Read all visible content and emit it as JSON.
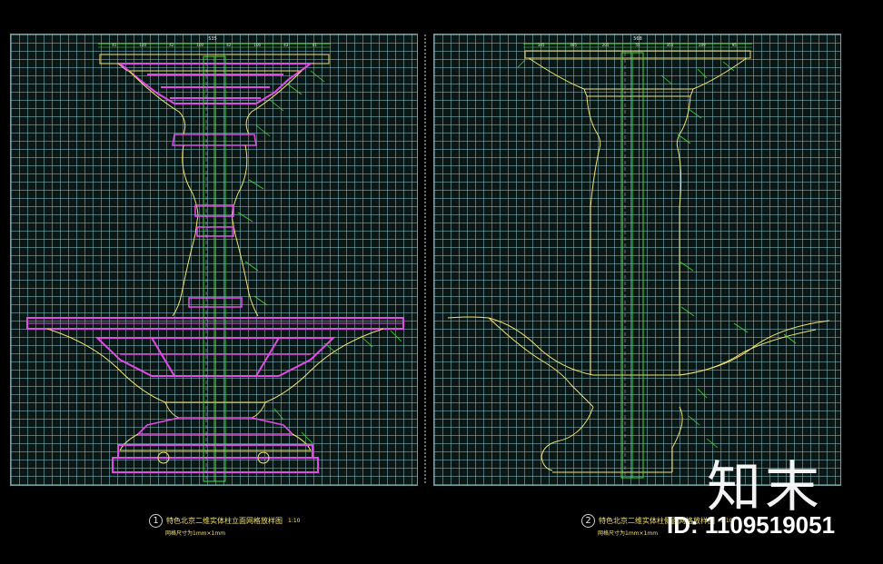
{
  "left_panel": {
    "caption_number": "1",
    "caption_title": "特色北京二维实体柱立面网格放样图",
    "caption_scale": "1:10",
    "caption_sub": "网格尺寸为1mm×1mm",
    "dim_top_total": "535",
    "dims_top": [
      "41",
      "120",
      "42",
      "100",
      "42",
      "100",
      "43",
      "41"
    ]
  },
  "right_panel": {
    "caption_number": "2",
    "caption_title": "特色北京二维实体柱侧面网格放样图",
    "caption_scale": "1:10",
    "caption_sub": "网格尺寸为1mm×1mm",
    "dim_top_total": "568",
    "dims_top": [
      "345",
      "465",
      "205",
      "55",
      "355",
      "209",
      "95"
    ]
  },
  "watermark": {
    "logo": "知末",
    "id": "ID: 1109519051"
  },
  "colors": {
    "background": "#000000",
    "grid": "#82bec8",
    "outline": "#f2e36a",
    "magenta": "#e14be6",
    "green": "#3cdc3c",
    "white": "#ffffff"
  }
}
